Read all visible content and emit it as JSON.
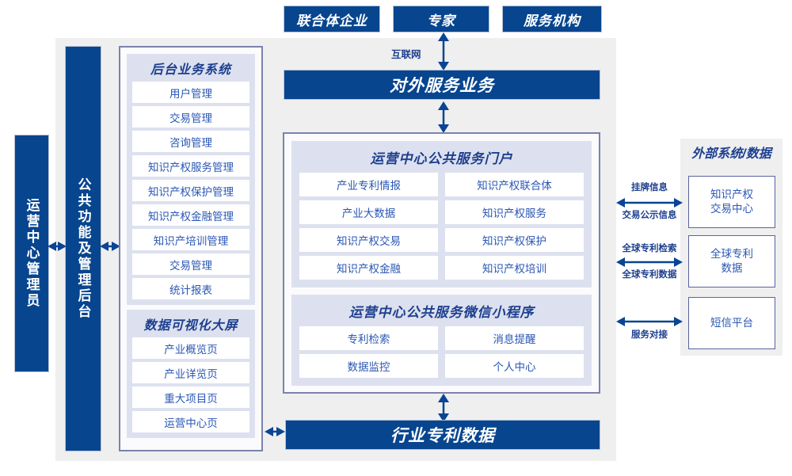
{
  "top_actors": [
    {
      "label": "联合体企业"
    },
    {
      "label": "专家"
    },
    {
      "label": "服务机构"
    }
  ],
  "network_label": "互联网",
  "external_service_bar": "对外服务业务",
  "bottom_bar": "行业专利数据",
  "left_columns": [
    {
      "label": "运营中心管理员"
    },
    {
      "label": "公共功能及管理后台"
    }
  ],
  "backoffice": {
    "title": "后台业务系统",
    "items": [
      "用户管理",
      "交易管理",
      "咨询管理",
      "知识产权服务管理",
      "知识产权保护管理",
      "知识产权金融管理",
      "知识产培训管理",
      "交易管理",
      "统计报表"
    ]
  },
  "dashboard": {
    "title": "数据可视化大屏",
    "items": [
      "产业概览页",
      "产业详览页",
      "重大项目页",
      "运营中心页"
    ]
  },
  "portal": {
    "title": "运营中心公共服务门户",
    "items": [
      "产业专利情报",
      "知识产权联合体",
      "产业大数据",
      "知识产权服务",
      "知识产权交易",
      "知识产权保护",
      "知识产权金融",
      "知识产权培训"
    ]
  },
  "miniprogram": {
    "title": "运营中心公共服务微信小程序",
    "items": [
      "专利检索",
      "消息提醒",
      "数据监控",
      "个人中心"
    ]
  },
  "external": {
    "title": "外部系统/数据",
    "systems": [
      {
        "label": "知识产权\n交易中心"
      },
      {
        "label": "全球专利\n数据"
      },
      {
        "label": "短信平台"
      }
    ],
    "connectors": [
      {
        "above": "挂牌信息",
        "below": "交易公示信息"
      },
      {
        "above": "全球专利检索",
        "below": "全球专利数据"
      },
      {
        "above": "",
        "below": "服务对接"
      }
    ]
  },
  "colors": {
    "brand_blue": "#07458f",
    "canvas_gray": "#efefef",
    "panel_lavender": "#dde1ef",
    "border_purple": "#7b82ad",
    "text_blue": "#2b57b5"
  }
}
